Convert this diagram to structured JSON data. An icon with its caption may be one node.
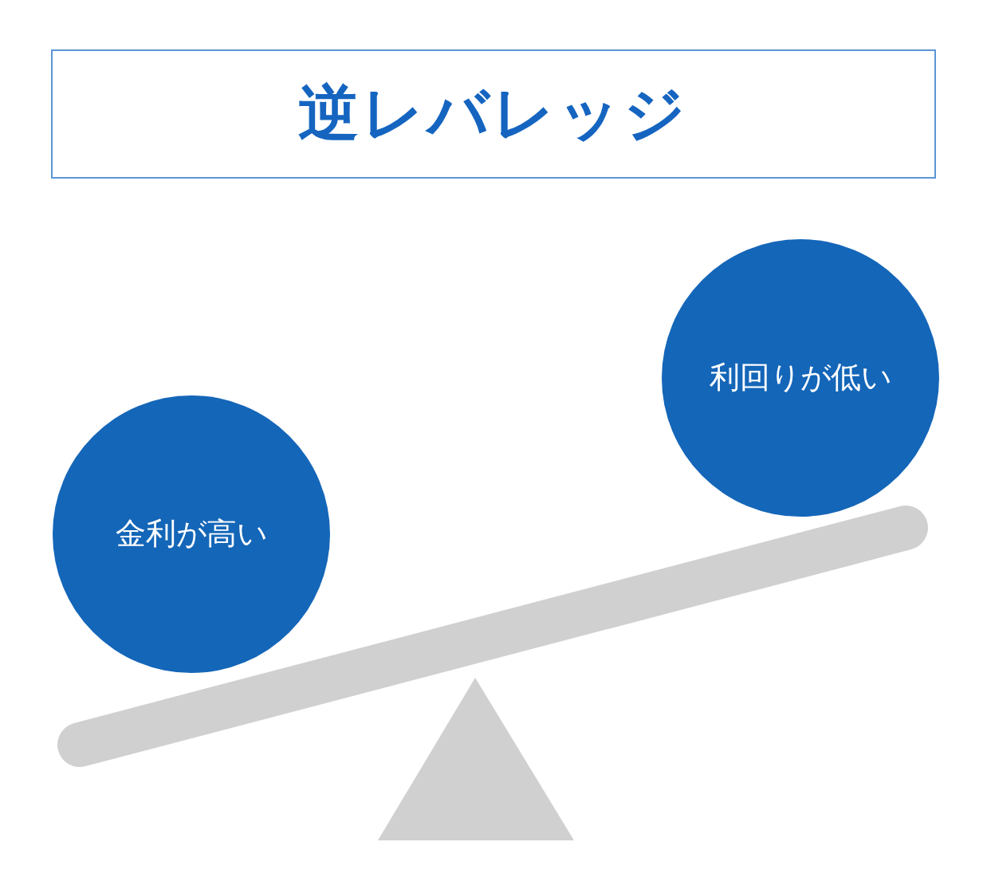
{
  "diagram": {
    "title": "逆レバレッジ",
    "nodes": [
      {
        "text": [
          "金利が高い"
        ]
      },
      {
        "text": [
          "利回りが低い"
        ]
      }
    ]
  }
}
